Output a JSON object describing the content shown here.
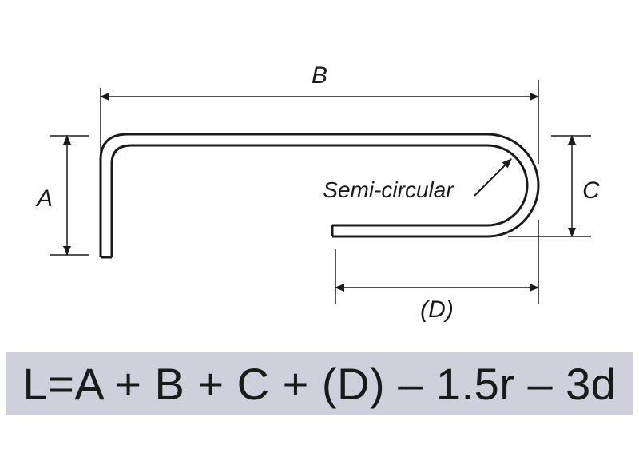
{
  "diagram": {
    "labels": {
      "a": "A",
      "b": "B",
      "c": "C",
      "d": "(D)",
      "semi_circular": "Semi-circular"
    }
  },
  "formula": {
    "text": "L=A + B + C + (D) – 1.5r – 3d"
  },
  "colors": {
    "stroke": "#1a1a1a",
    "formula_background": "#cfd0dc"
  }
}
